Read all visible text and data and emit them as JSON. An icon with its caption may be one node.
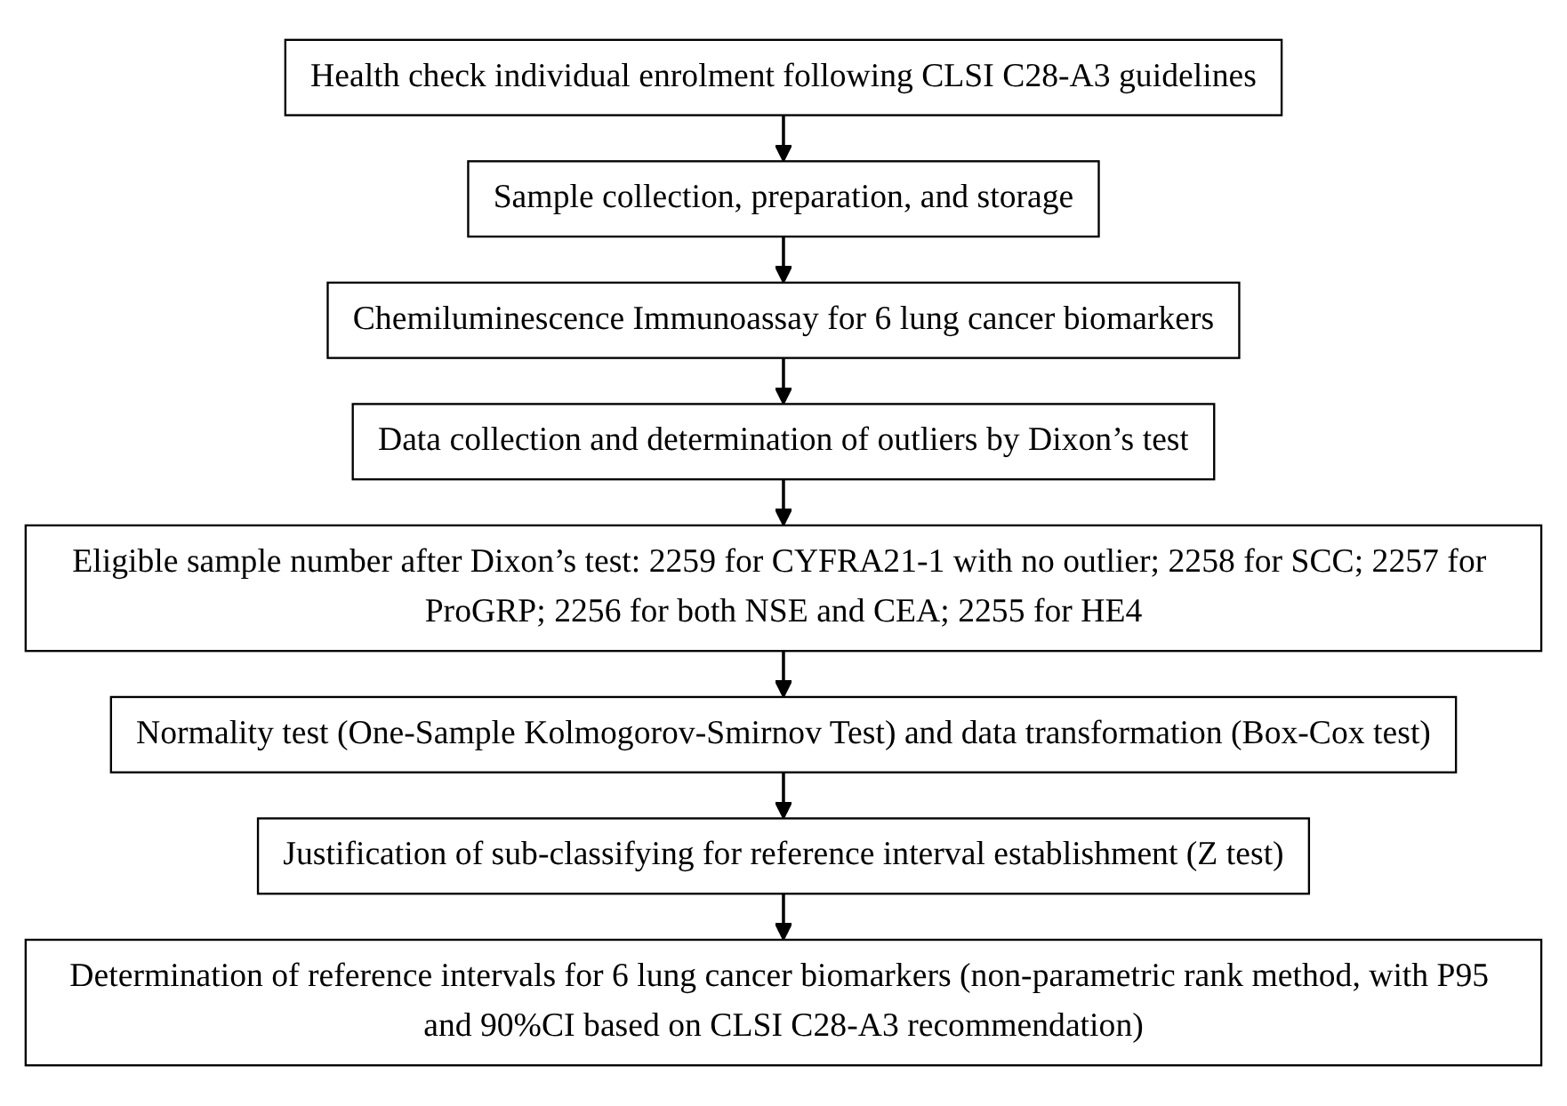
{
  "diagram": {
    "nodes": [
      {
        "text": [
          "Health check individual enrolment following CLSI C28-A3 guidelines"
        ]
      },
      {
        "text": [
          "Sample collection, preparation, and storage"
        ]
      },
      {
        "text": [
          "Chemiluminescence Immunoassay for 6 lung cancer biomarkers"
        ]
      },
      {
        "text": [
          "Data collection and determination of outliers by Dixon’s test"
        ]
      },
      {
        "text": [
          "Eligible sample number after Dixon’s test: 2259 for CYFRA21-1 with no outlier; 2258 for SCC; 2257 for ProGRP; 2256 for both NSE and CEA; 2255 for HE4"
        ]
      },
      {
        "text": [
          "Normality test (One-Sample Kolmogorov-Smirnov Test) and data transformation (Box-Cox test)"
        ]
      },
      {
        "text": [
          "Justification of sub-classifying for reference interval establishment (Z test)"
        ]
      },
      {
        "text": [
          "Determination of reference intervals for 6 lung cancer biomarkers (non-parametric rank method, with P95 and 90%CI based on CLSI C28-A3 recommendation)"
        ]
      }
    ],
    "edges": [
      {
        "from": 0,
        "to": 1,
        "arrow": "to"
      },
      {
        "from": 1,
        "to": 2,
        "arrow": "to"
      },
      {
        "from": 2,
        "to": 3,
        "arrow": "to"
      },
      {
        "from": 3,
        "to": 4,
        "arrow": "to"
      },
      {
        "from": 4,
        "to": 5,
        "arrow": "to"
      },
      {
        "from": 5,
        "to": 6,
        "arrow": "to"
      },
      {
        "from": 6,
        "to": 7,
        "arrow": "to"
      }
    ]
  }
}
